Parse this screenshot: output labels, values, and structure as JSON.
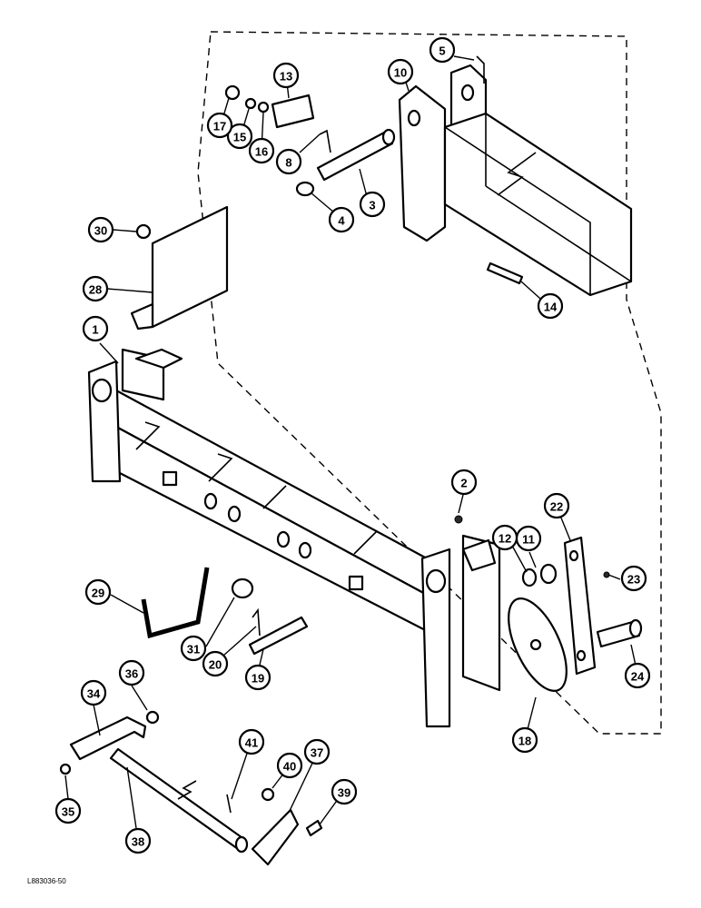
{
  "drawing": {
    "code": "L883036-50",
    "callouts": [
      "1",
      "2",
      "3",
      "4",
      "5",
      "8",
      "10",
      "11",
      "12",
      "13",
      "14",
      "15",
      "16",
      "17",
      "18",
      "19",
      "20",
      "22",
      "23",
      "24",
      "28",
      "29",
      "30",
      "31",
      "34",
      "35",
      "36",
      "37",
      "38",
      "39",
      "40",
      "41"
    ]
  }
}
